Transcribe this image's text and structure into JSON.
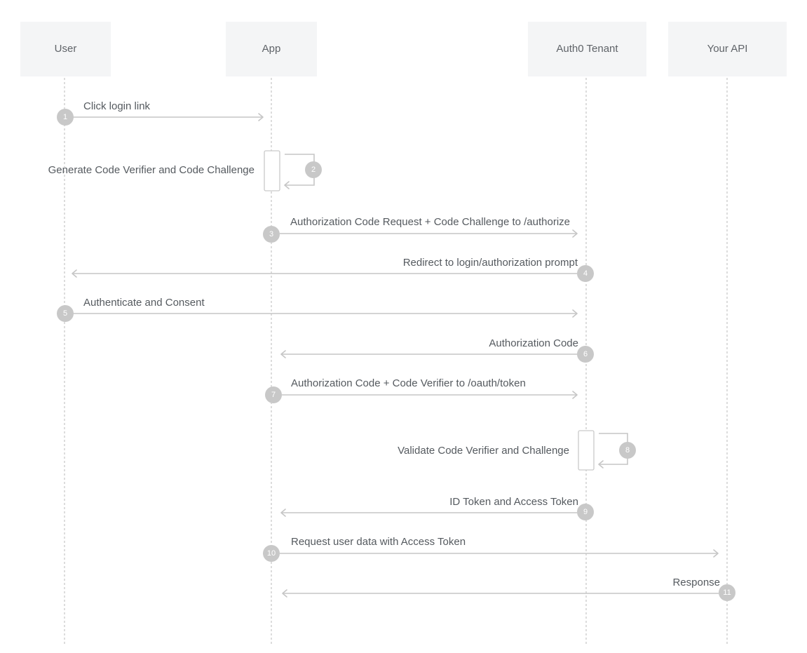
{
  "actors": [
    {
      "id": "user",
      "label": "User"
    },
    {
      "id": "app",
      "label": "App"
    },
    {
      "id": "auth0",
      "label": "Auth0 Tenant"
    },
    {
      "id": "api",
      "label": "Your API"
    }
  ],
  "messages": [
    {
      "step": "1",
      "from": "user",
      "to": "app",
      "label": "Click login link"
    },
    {
      "step": "2",
      "from": "app",
      "to": "app",
      "label": "Generate Code Verifier and Code Challenge"
    },
    {
      "step": "3",
      "from": "app",
      "to": "auth0",
      "label": "Authorization Code Request + Code Challenge to /authorize"
    },
    {
      "step": "4",
      "from": "auth0",
      "to": "user",
      "label": "Redirect to login/authorization prompt"
    },
    {
      "step": "5",
      "from": "user",
      "to": "auth0",
      "label": "Authenticate and Consent"
    },
    {
      "step": "6",
      "from": "auth0",
      "to": "app",
      "label": "Authorization Code"
    },
    {
      "step": "7",
      "from": "app",
      "to": "auth0",
      "label": "Authorization Code + Code Verifier to /oauth/token"
    },
    {
      "step": "8",
      "from": "auth0",
      "to": "auth0",
      "label": "Validate Code Verifier and Challenge"
    },
    {
      "step": "9",
      "from": "auth0",
      "to": "app",
      "label": "ID Token and Access Token"
    },
    {
      "step": "10",
      "from": "app",
      "to": "api",
      "label": "Request user data with Access Token"
    },
    {
      "step": "11",
      "from": "api",
      "to": "app",
      "label": "Response"
    }
  ],
  "colors": {
    "box": "#f4f5f6",
    "line": "#c6c6c6",
    "badge": "#c8c8c8",
    "text": "#555a5f"
  }
}
